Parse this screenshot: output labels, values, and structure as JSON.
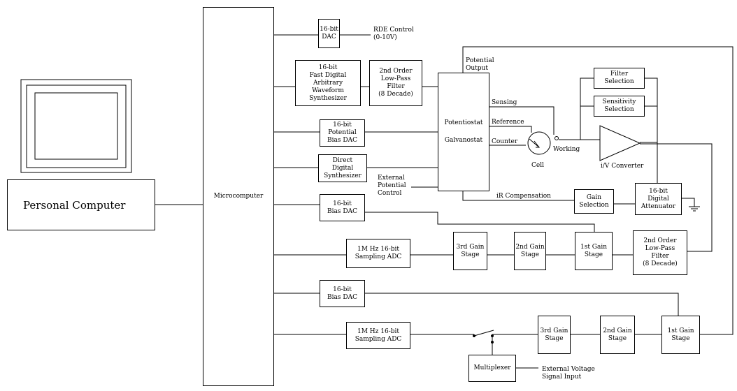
{
  "blocks": {
    "personal_computer": [
      "Personal Computer"
    ],
    "microcomputer": [
      "Microcomputer"
    ],
    "rde_dac": [
      "16-bit",
      "DAC"
    ],
    "waveform_synth": [
      "16-bit",
      "Fast Digital",
      "Arbitrary",
      "Waveform",
      "Synthesizer"
    ],
    "lpf_top": [
      "2nd Order",
      "Low-Pass",
      "Filter",
      "(8 Decade)"
    ],
    "potentiostat": [
      "Potentiostat",
      "Galvanostat"
    ],
    "bias_dac_potential": [
      "16-bit",
      "Potential",
      "Bias DAC"
    ],
    "dds": [
      "Direct",
      "Digital",
      "Synthesizer"
    ],
    "bias_dac_1": [
      "16-bit",
      "Bias DAC"
    ],
    "filter_selection": [
      "Filter",
      "Selection"
    ],
    "sensitivity_selection": [
      "Sensitivity",
      "Selection"
    ],
    "gain_selection": [
      "Gain",
      "Selection"
    ],
    "digital_attenuator": [
      "16-bit",
      "Digital",
      "Attenuator"
    ],
    "adc_1": [
      "1M Hz 16-bit",
      "Sampling ADC"
    ],
    "gain3_a": [
      "3rd Gain",
      "Stage"
    ],
    "gain2_a": [
      "2nd Gain",
      "Stage"
    ],
    "gain1_a": [
      "1st Gain",
      "Stage"
    ],
    "lpf_mid": [
      "2nd Order",
      "Low-Pass",
      "Filter",
      "(8 Decade)"
    ],
    "bias_dac_2": [
      "16-bit",
      "Bias DAC"
    ],
    "adc_2": [
      "1M Hz 16-bit",
      "Sampling ADC"
    ],
    "gain3_b": [
      "3rd Gain",
      "Stage"
    ],
    "gain2_b": [
      "2nd Gain",
      "Stage"
    ],
    "gain1_b": [
      "1st Gain",
      "Stage"
    ],
    "multiplexer": [
      "Multiplexer"
    ]
  },
  "labels": {
    "rde_control": [
      "RDE Control",
      "(0-10V)"
    ],
    "potential_output": [
      "Potential",
      "Output"
    ],
    "sensing": [
      "Sensing"
    ],
    "reference": [
      "Reference"
    ],
    "counter": [
      "Counter"
    ],
    "working": [
      "Working"
    ],
    "cell": [
      "Cell"
    ],
    "iv_converter": [
      "i/V Converter"
    ],
    "external_potential_control": [
      "External",
      "Potential",
      "Control"
    ],
    "ir_compensation": [
      "iR Compensation"
    ],
    "external_voltage_input": [
      "External Voltage",
      "Signal Input"
    ]
  }
}
